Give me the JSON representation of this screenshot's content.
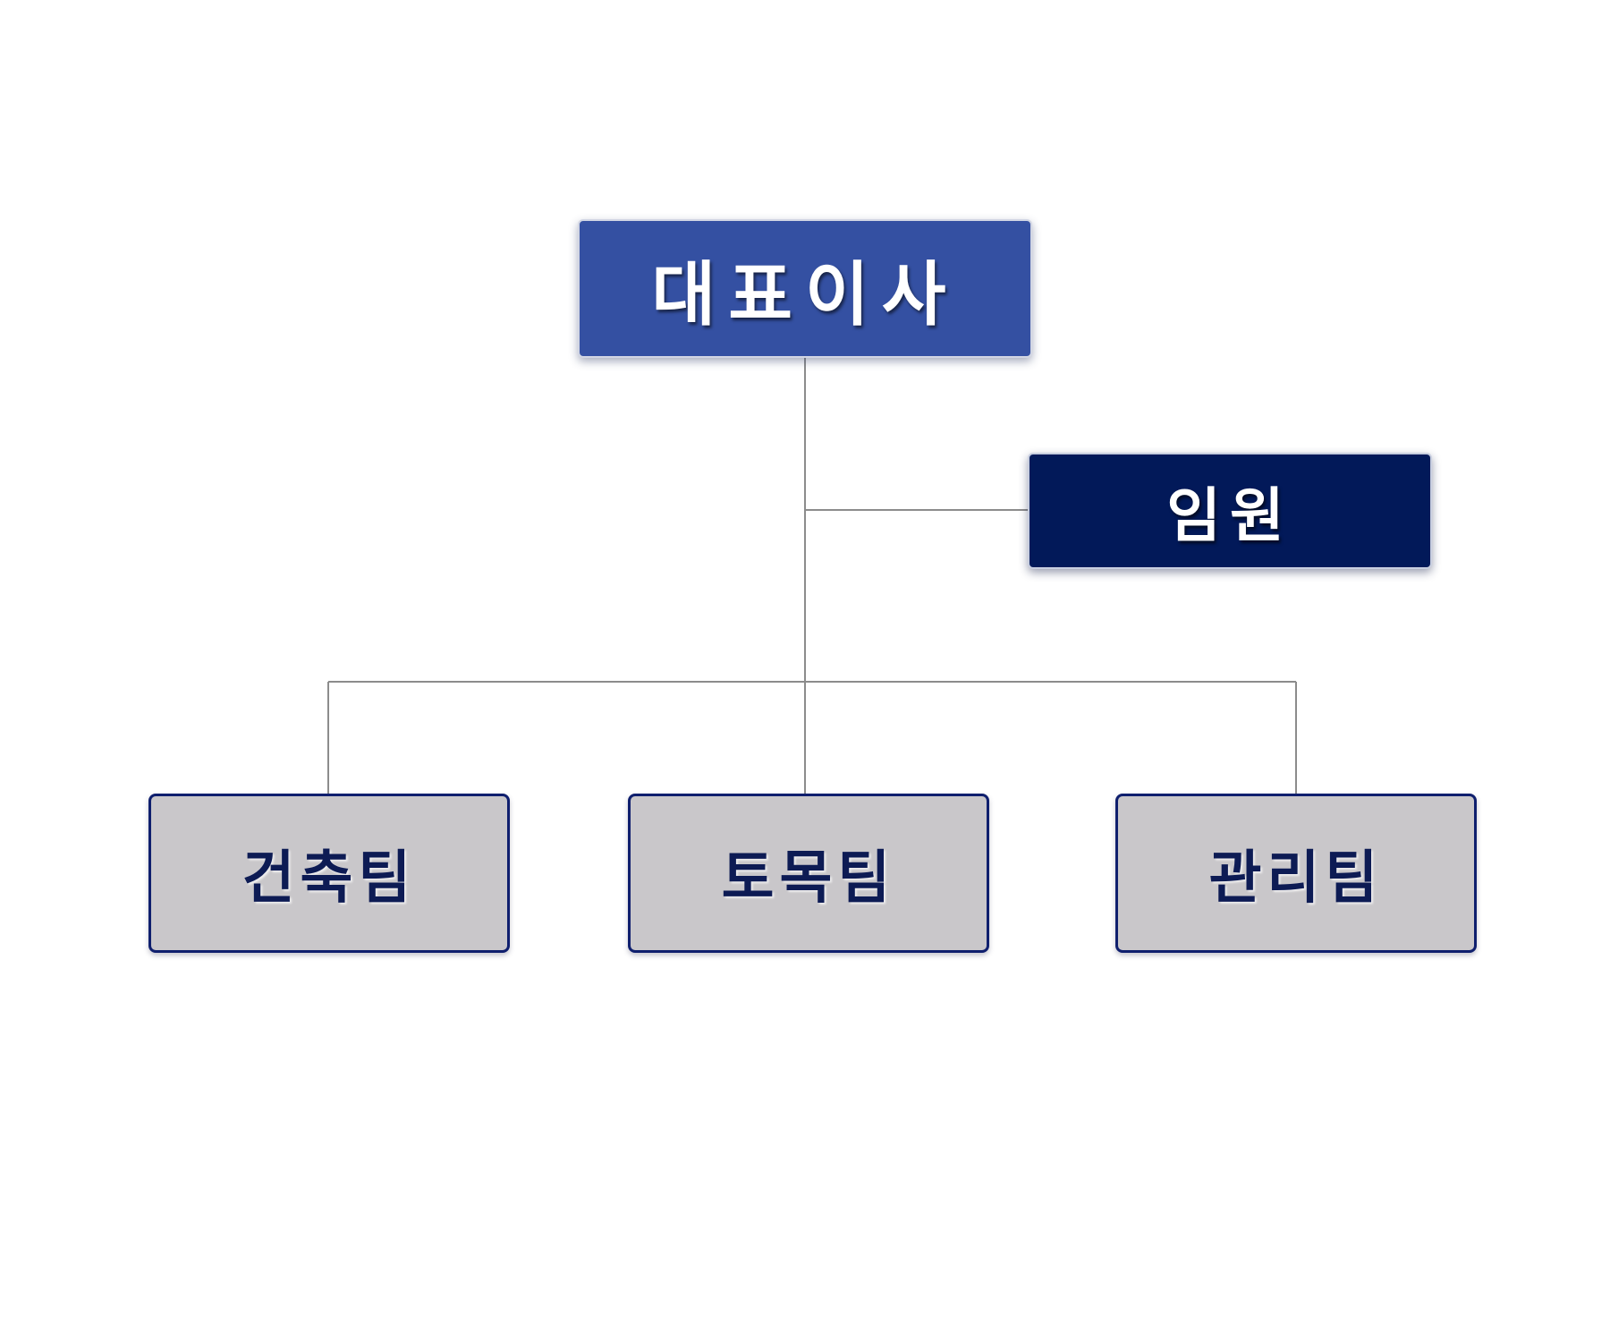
{
  "org_chart": {
    "top": {
      "label": "대표이사",
      "color": "#3450a2"
    },
    "assistant": {
      "label": "임원",
      "color": "#021959"
    },
    "teams": [
      {
        "label": "건축팀"
      },
      {
        "label": "토목팀"
      },
      {
        "label": "관리팀"
      }
    ],
    "team_fill": "#c9c7ca",
    "team_border": "#0f1f6e",
    "connector_color": "#8c8c8c"
  }
}
